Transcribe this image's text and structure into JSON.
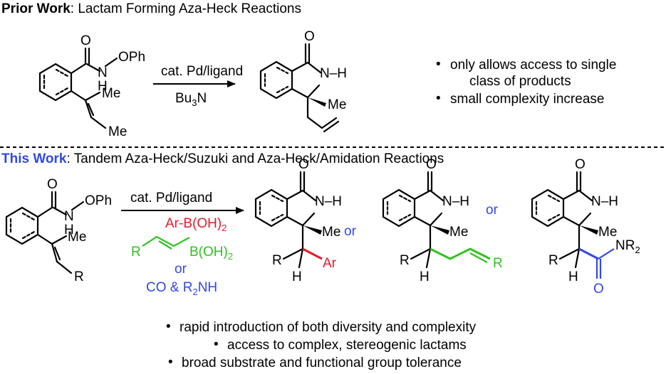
{
  "prior": {
    "heading_bold": "Prior Work",
    "heading_rest": ": Lactam Forming Aza-Heck Reactions",
    "reagent_top": "cat. Pd/ligand",
    "reagent_bottom_base": "Bu",
    "reagent_bottom_sub": "3",
    "reagent_bottom_end": "N",
    "notes": [
      "only allows access to single",
      "class of products",
      "small complexity increase"
    ]
  },
  "current": {
    "heading_bold": "This Work",
    "heading_rest": ": Tandem Aza-Heck/Suzuki and Aza-Heck/Amidation Reactions",
    "reagent_top": "cat. Pd/ligand",
    "boronic_acid": "Ar-B(OH)",
    "boronic_acid_sub": "2",
    "vinyl_boronic_R": "R",
    "vinyl_boronic_B": "B(OH)",
    "vinyl_boronic_sub": "2",
    "or_label": "or",
    "amine_base": "CO & R",
    "amine_sub": "2",
    "amine_end": "NH",
    "notes": [
      "rapid introduction of both diversity and complexity",
      "access to complex, stereogenic lactams",
      "broad substrate and functional group tolerance"
    ]
  },
  "atoms": {
    "O": "O",
    "N": "N",
    "H": "H",
    "OPh": "OPh",
    "NH": "N–H",
    "Me": "Me",
    "R": "R",
    "Ar": "Ar",
    "NR": "NR",
    "NR_sub": "2",
    "or": "or"
  },
  "colors": {
    "blue": "#2f49e8",
    "red": "#e8192c",
    "green": "#2fc21e",
    "black": "#000000"
  }
}
